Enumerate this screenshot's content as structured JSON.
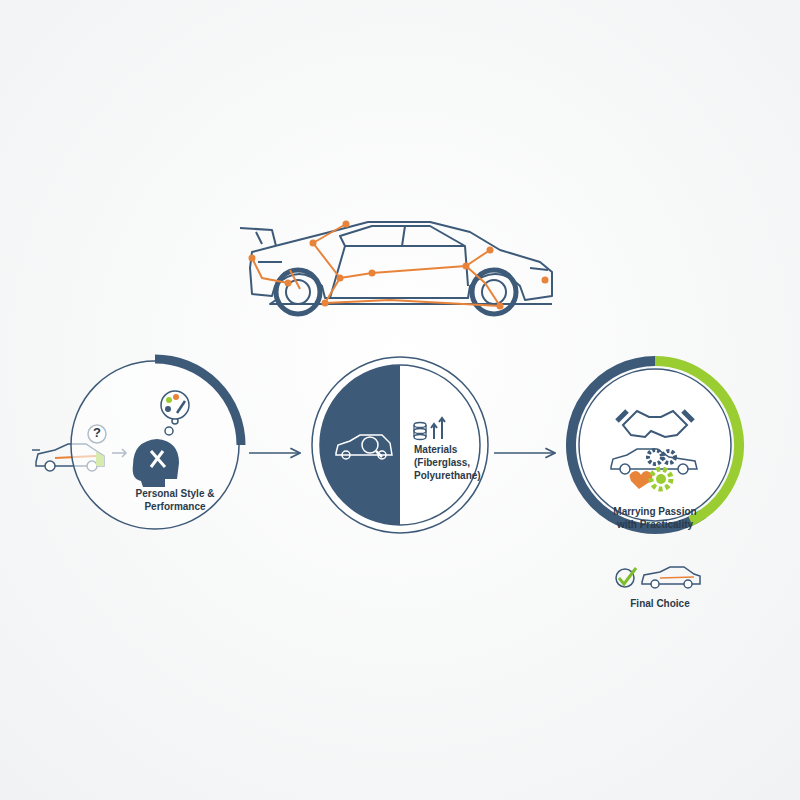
{
  "diagram": {
    "nodes": [
      {
        "text": [
          "Personal Style & Performance"
        ]
      },
      {
        "text": [
          "Materials (Fiberglass, Polyurethane)"
        ]
      },
      {
        "text": [
          "Marrying Passion with Practicality"
        ]
      }
    ],
    "edges": [
      {
        "from": 0,
        "to": 1,
        "arrow": "to"
      },
      {
        "from": 1,
        "to": 2,
        "arrow": "to"
      }
    ],
    "labels": [
      "?",
      "Final Choice"
    ]
  }
}
